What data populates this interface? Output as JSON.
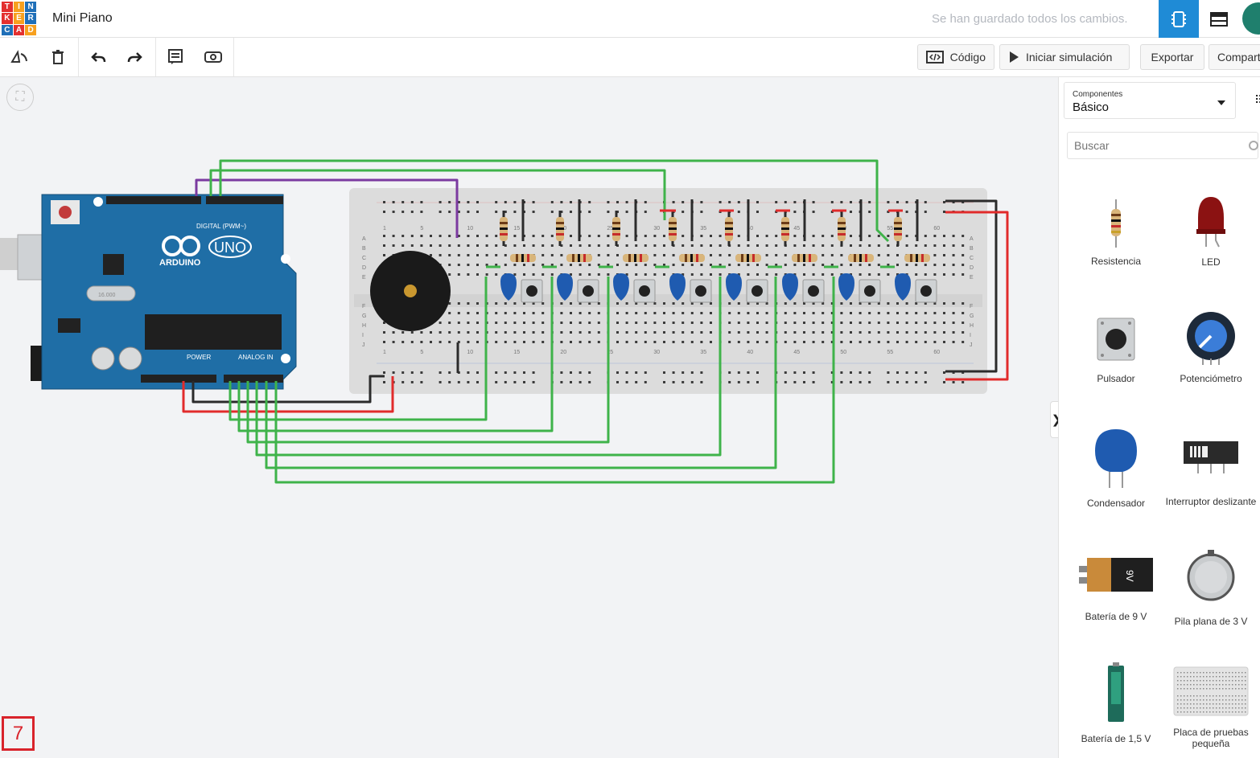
{
  "app": {
    "logo_letters": [
      "T",
      "I",
      "N",
      "K",
      "E",
      "R",
      "C",
      "A",
      "D"
    ],
    "logo_colors": [
      "#e3302f",
      "#f7a01e",
      "#1f6fb8",
      "#e3302f",
      "#f7a01e",
      "#1f6fb8",
      "#1f6fb8",
      "#e3302f",
      "#f7a01e"
    ],
    "title": "Mini Piano",
    "save_status": "Se han guardado todos los cambios."
  },
  "toolbar": {
    "tools": [
      "rotate-icon",
      "trash-icon",
      "undo-icon",
      "redo-icon",
      "notes-icon",
      "visibility-icon"
    ],
    "code_label": "Código",
    "simulate_label": "Iniciar simulación",
    "export_label": "Exportar",
    "share_label": "Compart"
  },
  "sidebar": {
    "dropdown_label": "Componentes",
    "dropdown_value": "Básico",
    "search_placeholder": "Buscar",
    "components": [
      {
        "label": "Resistencia",
        "icon": "resistor-icon"
      },
      {
        "label": "LED",
        "icon": "led-icon"
      },
      {
        "label": "Pulsador",
        "icon": "pushbutton-icon"
      },
      {
        "label": "Potenciómetro",
        "icon": "potentiometer-icon"
      },
      {
        "label": "Condensador",
        "icon": "capacitor-icon"
      },
      {
        "label": "Interruptor deslizante",
        "icon": "slide-switch-icon"
      },
      {
        "label": "Batería de 9 V",
        "icon": "battery-9v-icon"
      },
      {
        "label": "Pila plana de 3 V",
        "icon": "coin-cell-icon"
      },
      {
        "label": "Batería de 1,5 V",
        "icon": "battery-aa-icon"
      },
      {
        "label": "Placa de pruebas pequeña",
        "icon": "breadboard-small-icon"
      }
    ]
  },
  "canvas": {
    "page_number": "7",
    "arduino": {
      "brand": "ARDUINO",
      "model": "UNO",
      "digital_label": "DIGITAL (PWM~)",
      "power_label": "POWER",
      "analog_label": "ANALOG IN",
      "chip_label": "16.000"
    },
    "breadboard": {
      "column_numbers": [
        "1",
        "5",
        "10",
        "15",
        "20",
        "25",
        "30",
        "35",
        "40",
        "45",
        "50",
        "55",
        "60"
      ],
      "row_letters_top": [
        "A",
        "B",
        "C",
        "D",
        "E"
      ],
      "row_letters_bottom": [
        "F",
        "G",
        "H",
        "I",
        "J"
      ]
    },
    "battery_9v_text": "9V"
  },
  "colors": {
    "accent": "#1f8bd6",
    "wire_green": "#3fb34a",
    "wire_red": "#e12b2b",
    "wire_black": "#2b2b2b",
    "wire_purple": "#7b3aa0",
    "arduino_blue": "#1f6ea6"
  }
}
